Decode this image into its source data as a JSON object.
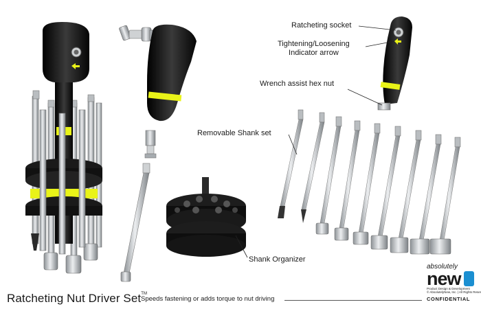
{
  "colors": {
    "handle": "#111111",
    "accent": "#e9f318",
    "metal": "#c9cccf",
    "metal_dark": "#8d9296",
    "logo_blue": "#1b8fd1"
  },
  "labels": {
    "ratcheting_socket": "Ratcheting socket",
    "indicator_line1": "Tightening/Loosening",
    "indicator_line2": "Indicator arrow",
    "wrench_hex": "Wrench assist hex nut",
    "removable_shank": "Removable Shank set",
    "shank_organizer": "Shank Organizer"
  },
  "footer": {
    "title": "Ratcheting Nut Driver Set",
    "tm": "TM",
    "tagline": "Speeds fastening or adds torque to nut driving"
  },
  "logo": {
    "top": "absolutely",
    "main": "new",
    "sub1": "Product Design & Development",
    "sub2": "© AbsolutelyNew, Inc. | All Rights Reserved",
    "confidential": "CONFIDENTIAL"
  }
}
